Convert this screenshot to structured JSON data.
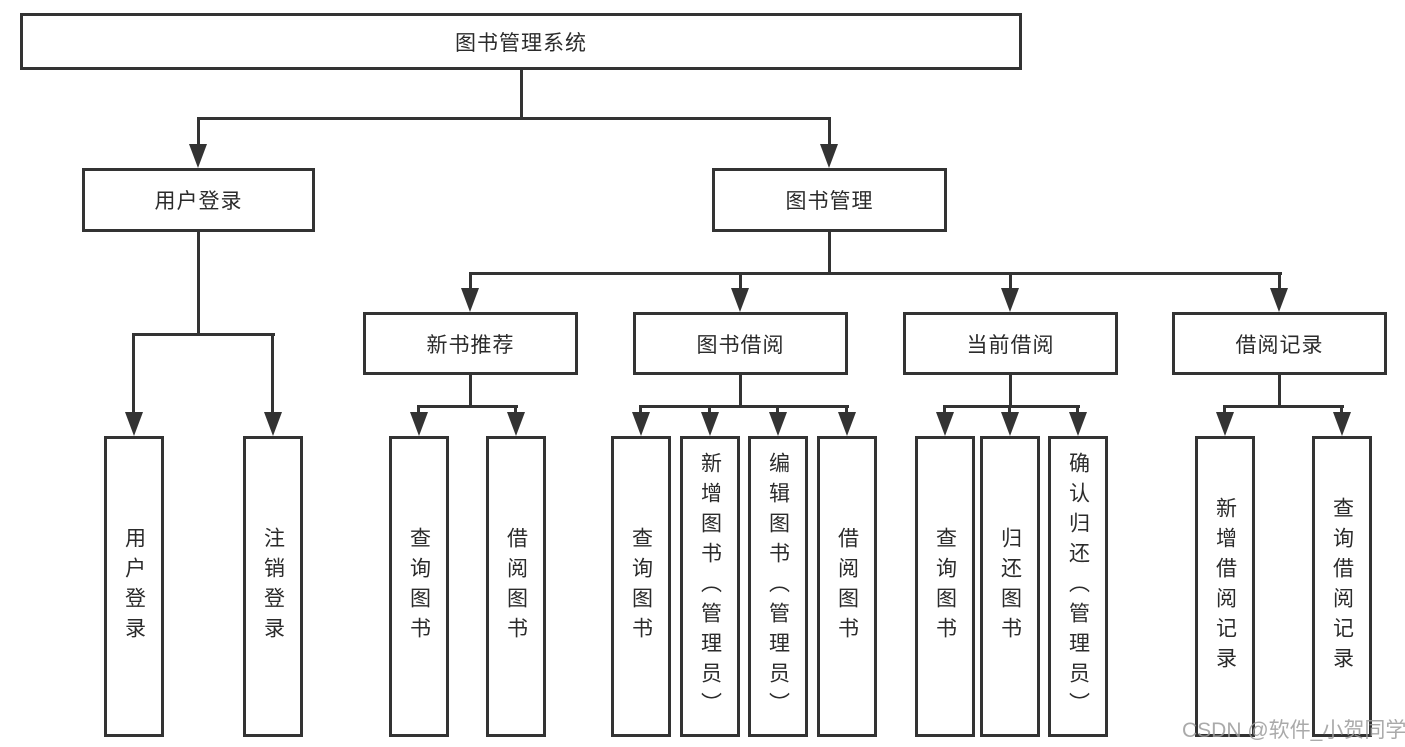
{
  "diagram": {
    "title": "图书管理系统",
    "watermark": "CSDN @软件_小贺同学",
    "colors": {
      "line": "#333333",
      "text": "#2b2b2b",
      "watermark": "#9c9c9c",
      "background": "#ffffff"
    },
    "tree": {
      "label": "图书管理系统",
      "children": [
        {
          "label": "用户登录",
          "children": [
            {
              "label": "用户登录"
            },
            {
              "label": "注销登录"
            }
          ]
        },
        {
          "label": "图书管理",
          "children": [
            {
              "label": "新书推荐",
              "children": [
                {
                  "label": "查询图书"
                },
                {
                  "label": "借阅图书"
                }
              ]
            },
            {
              "label": "图书借阅",
              "children": [
                {
                  "label": "查询图书"
                },
                {
                  "label": "新增图书（管理员）"
                },
                {
                  "label": "编辑图书（管理员）"
                },
                {
                  "label": "借阅图书"
                }
              ]
            },
            {
              "label": "当前借阅",
              "children": [
                {
                  "label": "查询图书"
                },
                {
                  "label": "归还图书"
                },
                {
                  "label": "确认归还（管理员）"
                }
              ]
            },
            {
              "label": "借阅记录",
              "children": [
                {
                  "label": "新增借阅记录"
                },
                {
                  "label": "查询借阅记录"
                }
              ]
            }
          ]
        }
      ]
    }
  }
}
